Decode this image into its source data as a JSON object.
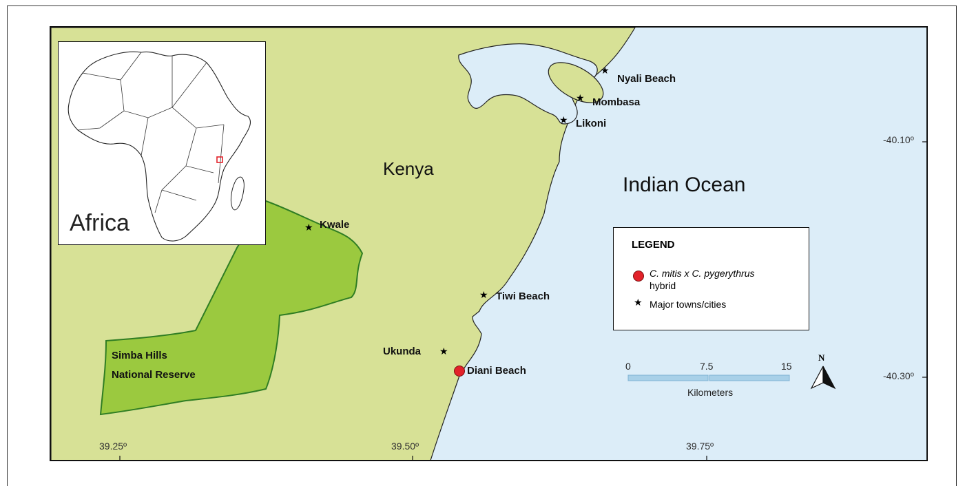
{
  "map": {
    "country_label": "Kenya",
    "ocean_label": "Indian Ocean",
    "reserve_label_line1": "Simba Hills",
    "reserve_label_line2": "National Reserve",
    "towns": [
      {
        "name": "Nyali Beach"
      },
      {
        "name": "Mombasa"
      },
      {
        "name": "Likoni"
      },
      {
        "name": "Kwale"
      },
      {
        "name": "Tiwi Beach"
      },
      {
        "name": "Ukunda"
      }
    ],
    "hybrid_site": {
      "name": "Diani Beach"
    },
    "lon_ticks": [
      "39.25º",
      "39.50º",
      "39.75º"
    ],
    "lat_ticks": [
      "-40.10º",
      "-40.30º"
    ],
    "colors": {
      "land": "#d7e196",
      "reserve": "#9bc93f",
      "reserve_outline": "#2f7d23",
      "ocean": "#dcedf8",
      "hybrid_marker": "#e2222a",
      "scale_bar": "#a8d0e8"
    }
  },
  "inset": {
    "label": "Africa"
  },
  "legend": {
    "title": "LEGEND",
    "hybrid_label_italic": "C. mitis x C. pygerythrus",
    "hybrid_label_suffix": "hybrid",
    "towns_label": "Major towns/cities",
    "star_icon": "★"
  },
  "scale_bar": {
    "ticks": [
      "0",
      "7.5",
      "15"
    ],
    "unit": "Kilometers"
  },
  "north_arrow": {
    "label": "N"
  }
}
